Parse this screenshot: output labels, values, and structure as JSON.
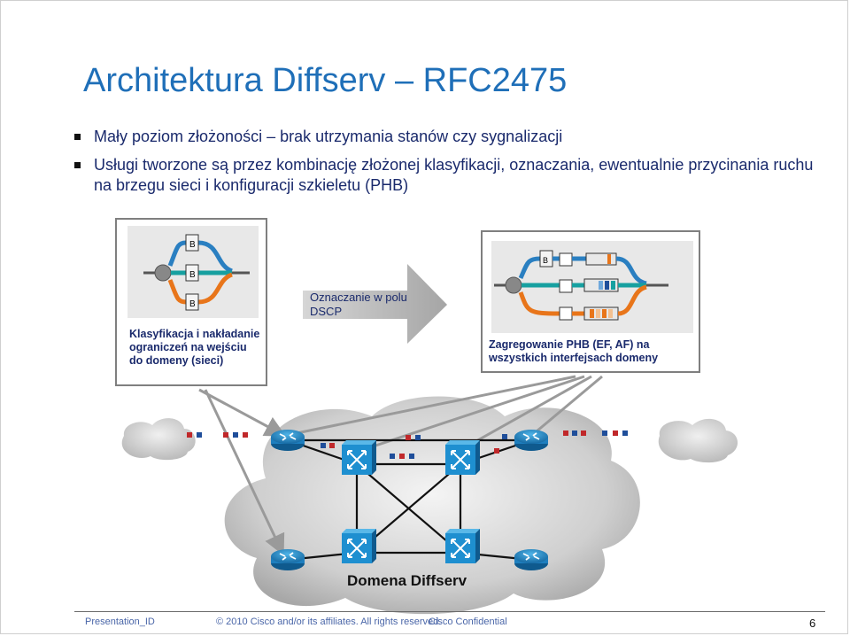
{
  "title": "Architektura Diffserv – RFC2475",
  "bullets": [
    "Mały poziom złożoności – brak utrzymania stanów czy sygnalizacji",
    "Usługi tworzone są przez kombinację złożonej klasyfikacji, oznaczania, ewentualnie przycinania ruchu na brzegu sieci i konfiguracji szkieletu (PHB)"
  ],
  "left_box": {
    "caption": "Klasyfikacja i nakładanie ograniczeń na wejściu do domeny (sieci)",
    "token_bucket_label": "B"
  },
  "arrow_label": "Oznaczanie w polu DSCP",
  "right_box": {
    "caption": "Zagregowanie PHB (EF, AF) na wszystkich interfejsach domeny",
    "token_bucket_label": "B"
  },
  "domain_label": "Domena Diffserv",
  "footer": {
    "presentation_id": "Presentation_ID",
    "copyright": "© 2010 Cisco and/or its affiliates. All rights reserved.",
    "confidential": "Cisco Confidential",
    "page_number": "6"
  },
  "colors": {
    "title": "#1f6fb8",
    "text": "#1a2a6c",
    "flow_blue": "#2a7fc1",
    "flow_teal": "#17a0a0",
    "flow_orange": "#e8751a",
    "router_blue": "#1e8fd0",
    "packet_red": "#c0282a",
    "packet_blue": "#1f4e9a"
  }
}
